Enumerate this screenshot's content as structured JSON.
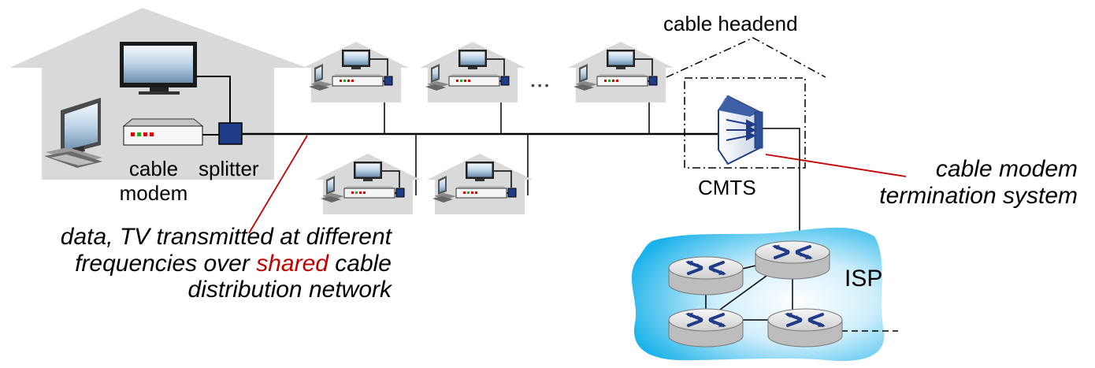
{
  "labels": {
    "cable_headend": "cable headend",
    "cable_modem_line1": "cable",
    "cable_modem_line2": "modem",
    "splitter": "splitter",
    "cmts": "CMTS",
    "cmts_desc_line1": "cable modem",
    "cmts_desc_line2": "termination system",
    "isp": "ISP",
    "ellipsis": "• • •"
  },
  "caption": {
    "line1": "data, TV transmitted at different",
    "line2_a": "frequencies over ",
    "line2_highlight": "shared",
    "line2_b": " cable",
    "line3": "distribution network"
  },
  "colors": {
    "house": "#d9d9d9",
    "splitter": "#1f3c88",
    "cable": "#000000",
    "leader_line": "#c00000",
    "highlight": "#c00000",
    "isp_cloud": "#1ab2ea",
    "router": "#d8d8d8",
    "router_arrows": "#1f3c88"
  },
  "icons": [
    "house-icon",
    "tv-icon",
    "desktop-computer-icon",
    "cable-modem-icon",
    "splitter-icon",
    "cmts-icon",
    "router-icon",
    "isp-cloud-icon"
  ]
}
